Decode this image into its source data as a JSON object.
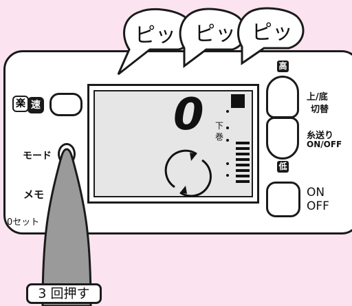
{
  "callouts": [
    "ピッ",
    "ピッ",
    "ピッ"
  ],
  "panel": {
    "left_buttons": {
      "speed_label_a": "楽",
      "speed_label_b": "速",
      "mode_label": "モード",
      "memo_label": "メモ",
      "zero_label": "0セット"
    },
    "right_buttons": {
      "high_label": "高",
      "low_label": "低",
      "upper_lower_label_1": "上/底",
      "upper_lower_label_2": "切替",
      "thread_feed_label_1": "糸送り",
      "thread_feed_label_2": "ON/OFF",
      "onoff_label_1": "ON",
      "onoff_label_2": "OFF"
    },
    "lcd": {
      "digit": "0",
      "side_label_1": "下",
      "side_label_2": "巻"
    }
  },
  "caption": "3 回押す",
  "colors": {
    "background": "#fbe3f0",
    "pen": "#9a9a9a",
    "lcd_bg": "#e6e6e6"
  }
}
